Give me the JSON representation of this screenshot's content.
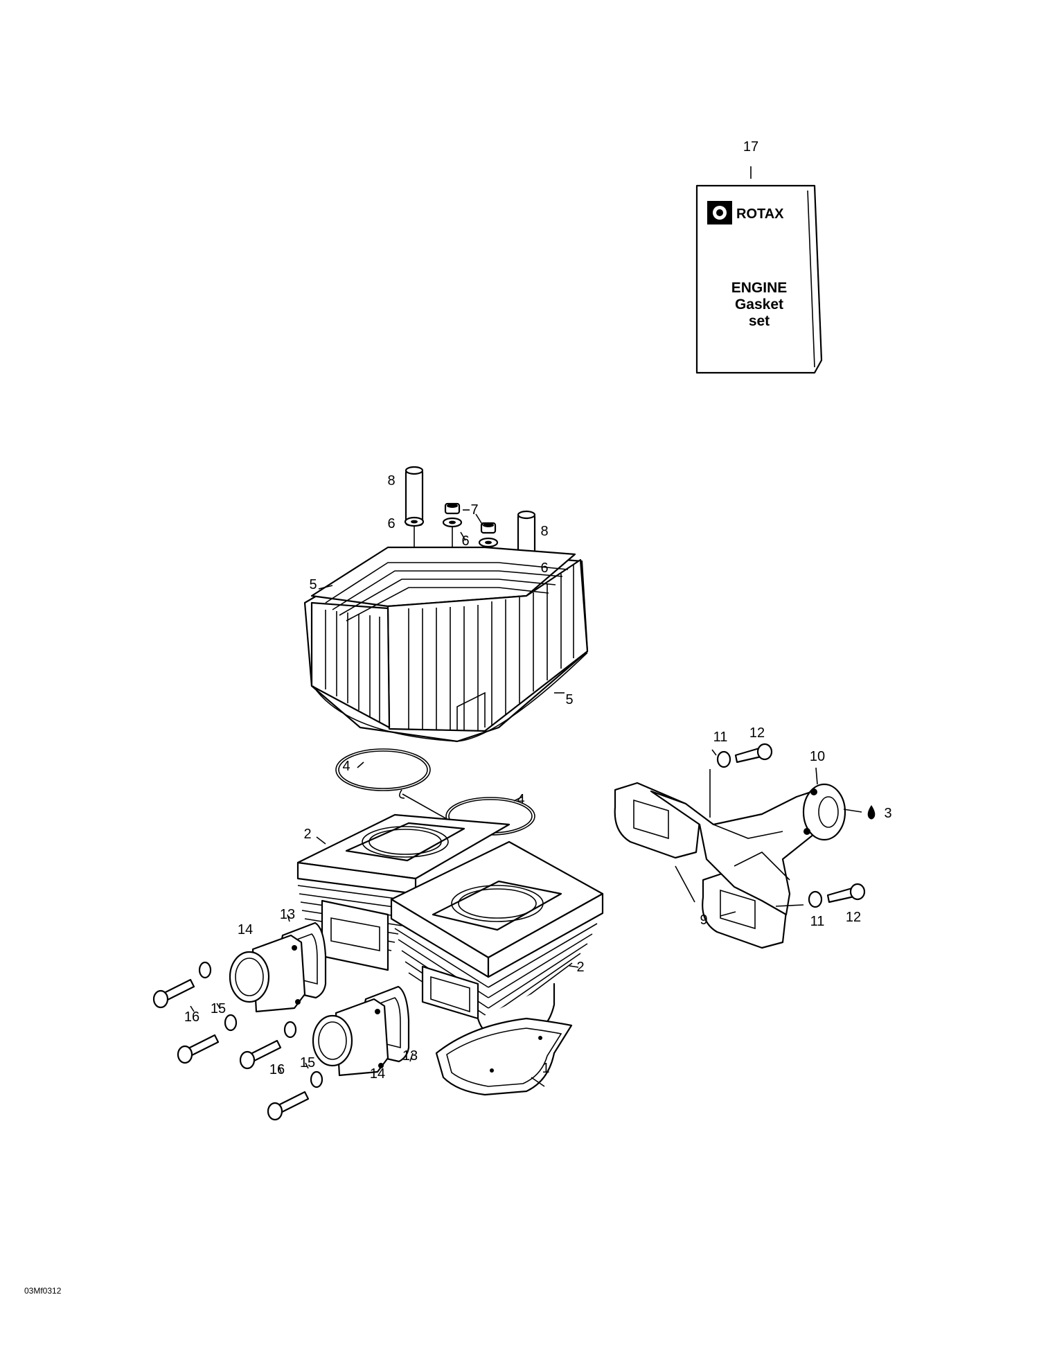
{
  "gasket_kit": {
    "brand": "ROTAX",
    "line1": "ENGINE",
    "line2": "Gasket",
    "line3": "set"
  },
  "callouts": {
    "c17": "17",
    "c8a": "8",
    "c6a": "6",
    "c7": "7",
    "c6b": "6",
    "c8b": "8",
    "c6c": "6",
    "c5a": "5",
    "c5b": "5",
    "c4a": "4",
    "c4b": "4",
    "c2a": "2",
    "c2b": "2",
    "c13a": "13",
    "c14a": "14",
    "c15a": "15",
    "c16a": "16",
    "c15b": "15",
    "c16b": "16",
    "c14b": "14",
    "c13b": "13",
    "c1": "1",
    "c11a": "11",
    "c12a": "12",
    "c10": "10",
    "c3": "3",
    "c9": "9",
    "c11b": "11",
    "c12b": "12"
  },
  "drawing_code": "03Mf0312"
}
